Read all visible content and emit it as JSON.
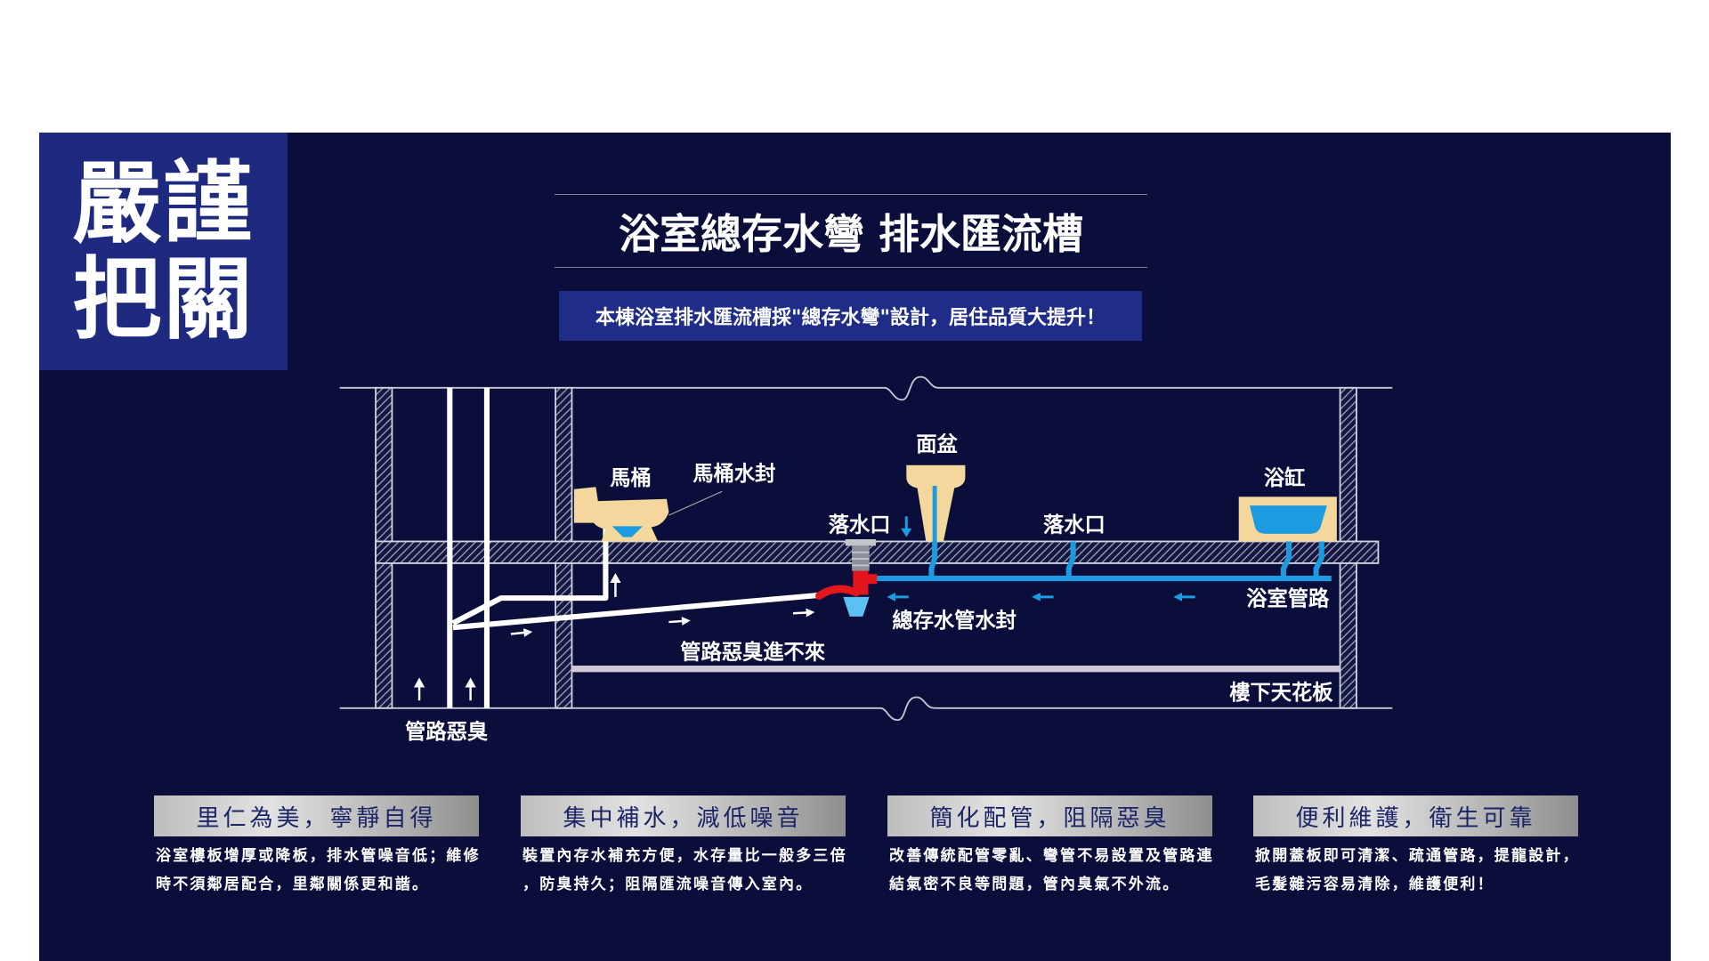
{
  "badge": {
    "line1": "嚴謹",
    "line2": "把關"
  },
  "header": {
    "title": "浴室總存水彎 排水匯流槽",
    "subtitle": "本棟浴室排水匯流槽採\"總存水彎\"設計，居住品質大提升！"
  },
  "diagram": {
    "labels": {
      "toilet": "馬桶",
      "toilet_seal": "馬桶水封",
      "basin": "面盆",
      "bathtub": "浴缸",
      "drain_1": "落水口",
      "drain_2": "落水口",
      "bathroom_piping": "浴室管路",
      "main_trap_seal": "總存水管水封",
      "odor_blocked": "管路惡臭進不來",
      "ceiling_below": "樓下天花板",
      "pipe_odor": "管路惡臭"
    }
  },
  "features": [
    {
      "title": "里仁為美，寧靜自得",
      "lines": [
        "浴室樓板增厚或降板，排水管噪音低；維修",
        "時不須鄰居配合，里鄰關係更和諧。"
      ]
    },
    {
      "title": "集中補水，減低噪音",
      "lines": [
        "裝置內存水補充方便，水存量比一般多三倍",
        "，防臭持久；阻隔匯流噪音傳入室內。"
      ]
    },
    {
      "title": "簡化配管，阻隔惡臭",
      "lines": [
        "改善傳統配管零亂、彎管不易設置及管路連",
        "結氣密不良等問題，管內臭氣不外流。"
      ]
    },
    {
      "title": "便利維護，衛生可靠",
      "lines": [
        "掀開蓋板即可清潔、疏通管路，提龍設計，",
        "毛髮雜污容易清除，維護便利！"
      ]
    }
  ],
  "colors": {
    "panel": "#0b0e3a",
    "badge": "#1d2a7f",
    "subtitle_bg": "#1f2d88",
    "pipe_blue": "#1d9be0",
    "trap_red": "#e3161e",
    "fixture_tan": "#f3d79c",
    "feature_title_text": "#1a2466"
  }
}
